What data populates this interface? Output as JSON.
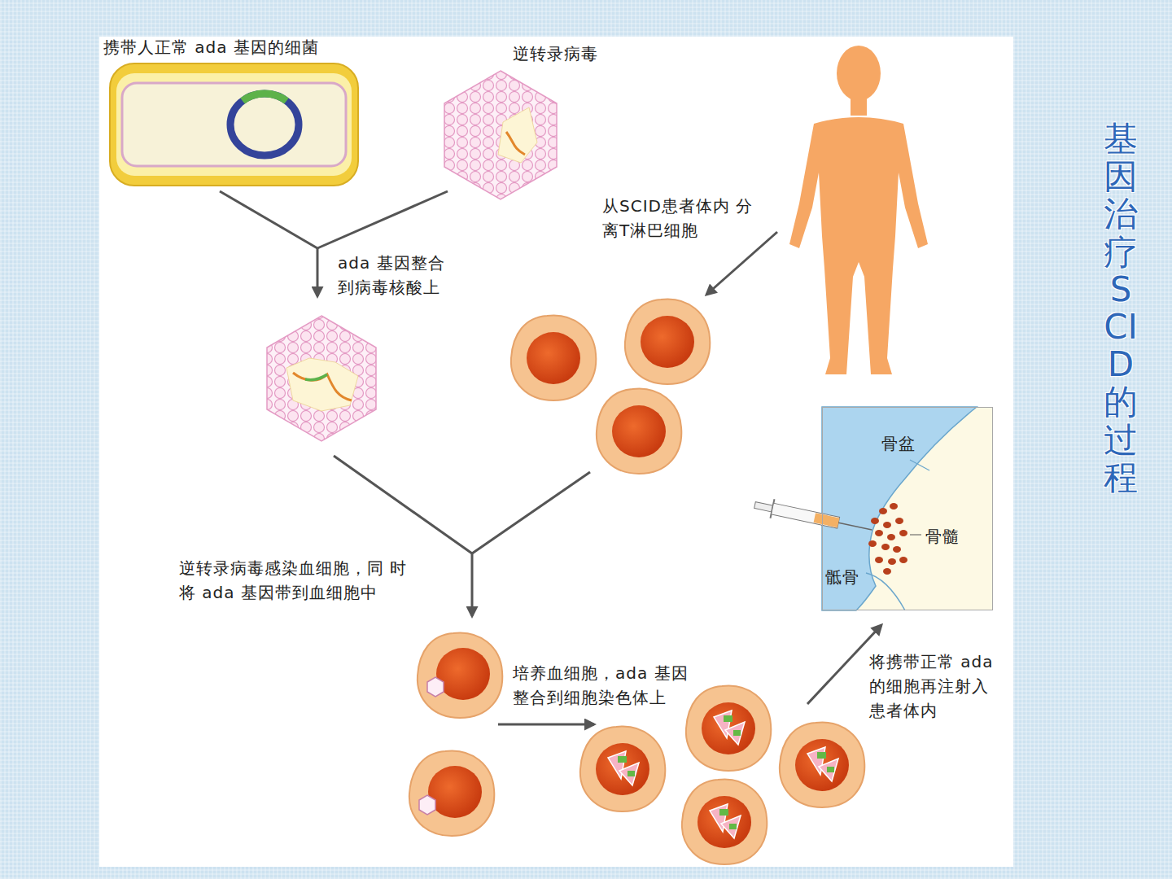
{
  "diagram": {
    "title": "基因治疗 SCID 的过程",
    "nodes": [
      {
        "text": [
          "携带人正常 ada 基因的细菌"
        ]
      },
      {
        "text": [
          "逆转录病毒"
        ]
      },
      {
        "text": [
          "骨盆",
          "骨髓",
          "骶骨"
        ]
      }
    ],
    "labels": [
      "ada 基因整合 到病毒核酸上",
      "从SCID患者体内 分离T淋巴细胞",
      "逆转录病毒感染血细胞，同 时将 ada 基因带到血细胞中",
      "培养血细胞，ada 基因 整合到细胞染色体上",
      "将携带正常 ada 的细胞再注射入 患者体内"
    ]
  }
}
